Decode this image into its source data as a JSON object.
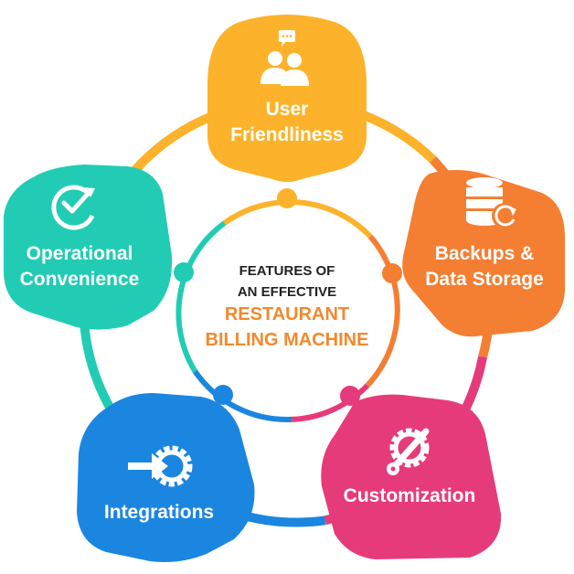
{
  "center": {
    "line1": "FEATURES OF",
    "line2": "AN EFFECTIVE",
    "line3": "RESTAURANT",
    "line4": "BILLING MACHINE"
  },
  "nodes": [
    {
      "id": "user-friendliness",
      "lines": [
        "User",
        "Friendliness"
      ],
      "color": "#fcb32b",
      "icon": "users-chat-icon"
    },
    {
      "id": "backups-data-storage",
      "lines": [
        "Backups &",
        "Data Storage"
      ],
      "color": "#f47e32",
      "icon": "database-refresh-icon"
    },
    {
      "id": "customization",
      "lines": [
        "Customization"
      ],
      "color": "#e63b7a",
      "icon": "gear-wrench-icon"
    },
    {
      "id": "integrations",
      "lines": [
        "Integrations"
      ],
      "color": "#1b86e0",
      "icon": "arrow-gear-icon"
    },
    {
      "id": "operational-convenience",
      "lines": [
        "Operational",
        "Convenience"
      ],
      "color": "#22ccb4",
      "icon": "check-cycle-icon"
    }
  ]
}
